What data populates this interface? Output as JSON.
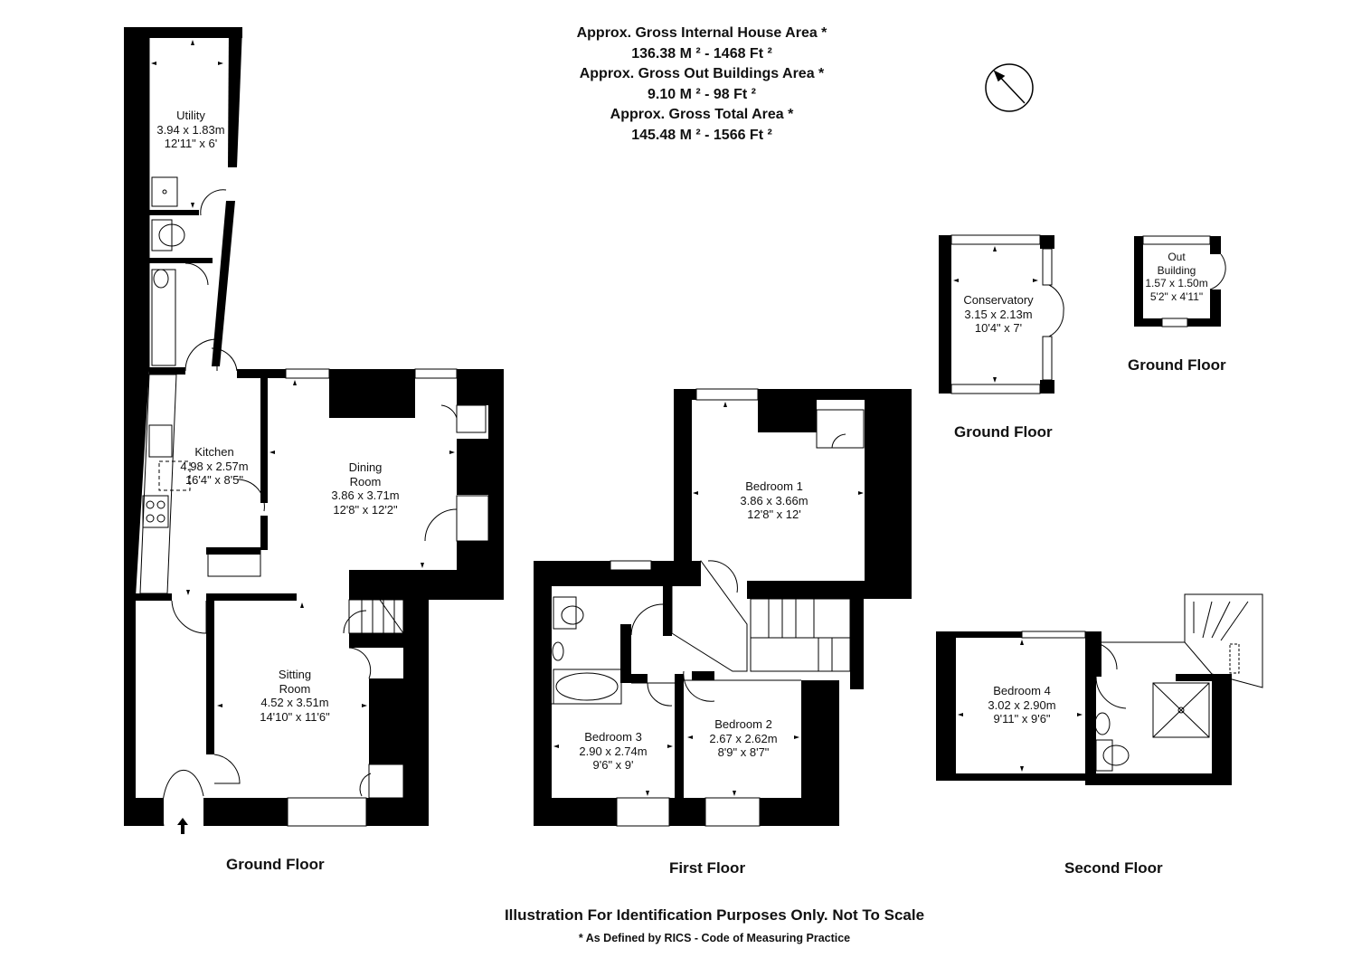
{
  "header": {
    "house_area_label": "Approx. Gross Internal House Area *",
    "house_area_value": "136.38 M ² - 1468 Ft ²",
    "out_area_label": "Approx. Gross Out Buildings Area *",
    "out_area_value": "9.10 M ² - 98 Ft ²",
    "total_area_label": "Approx. Gross Total Area *",
    "total_area_value": "145.48 M ² - 1566 Ft ²"
  },
  "floors": {
    "ground": "Ground Floor",
    "first": "First Floor",
    "second": "Second Floor",
    "conservatory": "Ground Floor",
    "outbuilding": "Ground Floor"
  },
  "rooms": {
    "utility": {
      "name": "Utility",
      "metric": "3.94 x 1.83m",
      "imperial": "12'11\" x 6'"
    },
    "kitchen": {
      "name": "Kitchen",
      "metric": "4.98 x 2.57m",
      "imperial": "16'4\" x 8'5\""
    },
    "dining": {
      "name": "Dining",
      "name2": "Room",
      "metric": "3.86 x 3.71m",
      "imperial": "12'8\" x 12'2\""
    },
    "sitting": {
      "name": "Sitting",
      "name2": "Room",
      "metric": "4.52 x 3.51m",
      "imperial": "14'10\" x 11'6\""
    },
    "bedroom1": {
      "name": "Bedroom 1",
      "metric": "3.86 x 3.66m",
      "imperial": "12'8\" x 12'"
    },
    "bedroom2": {
      "name": "Bedroom 2",
      "metric": "2.67 x 2.62m",
      "imperial": "8'9\" x 8'7\""
    },
    "bedroom3": {
      "name": "Bedroom 3",
      "metric": "2.90 x 2.74m",
      "imperial": "9'6\" x 9'"
    },
    "bedroom4": {
      "name": "Bedroom 4",
      "metric": "3.02 x 2.90m",
      "imperial": "9'11\" x 9'6\""
    },
    "conservatory": {
      "name": "Conservatory",
      "metric": "3.15 x 2.13m",
      "imperial": "10'4\" x 7'"
    },
    "outbuilding": {
      "name": "Out",
      "name2": "Building",
      "metric": "1.57 x 1.50m",
      "imperial": "5'2\" x 4'11\""
    }
  },
  "footer": {
    "disclaimer": "Illustration For Identification Purposes Only. Not To Scale",
    "rics_note": "* As Defined by RICS - Code of Measuring Practice"
  },
  "colors": {
    "wall": "#000000",
    "background": "#ffffff",
    "text": "#111111"
  },
  "icons": [
    "compass-icon",
    "entrance-arrow-icon",
    "door-swing-icon",
    "window-icon",
    "stairs-icon",
    "sink-icon",
    "hob-icon",
    "toilet-icon",
    "bath-icon",
    "shower-icon"
  ]
}
